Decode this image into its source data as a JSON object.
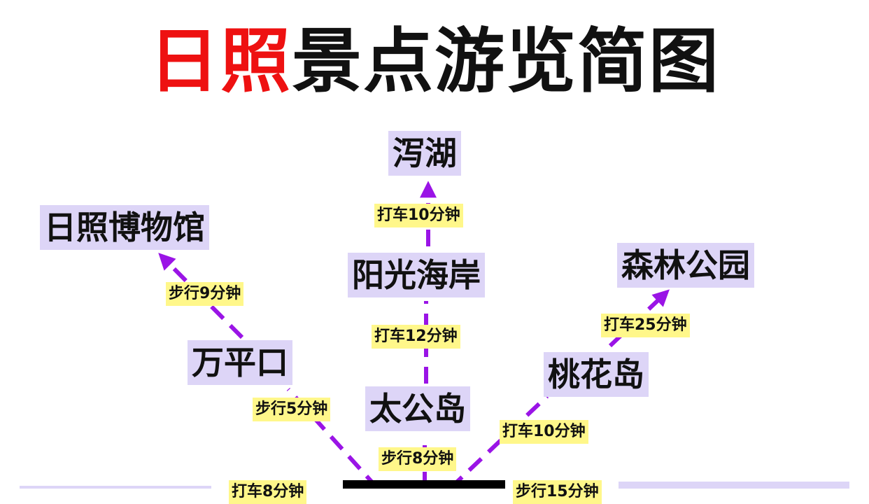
{
  "title": {
    "part1": "日照",
    "part2": "景点游览简图"
  },
  "colors": {
    "place_bg": "#ddd5f7",
    "route_bg": "#fff78a",
    "arrow": "#9a14e6",
    "title_red": "#ee1111"
  },
  "places": {
    "xiehu": "泻湖",
    "museum": "日照博物馆",
    "sunshine_coast": "阳光海岸",
    "forest_park": "森林公园",
    "wanpingkou": "万平口",
    "taohua_island": "桃花岛",
    "taigong_island": "太公岛"
  },
  "routes": {
    "to_xiehu": "打车10分钟",
    "to_museum": "步行9分钟",
    "to_sunshine": "打车12分钟",
    "to_forest": "打车25分钟",
    "to_wanpingkou": "步行5分钟",
    "to_taohua": "打车10分钟",
    "to_taigong": "步行8分钟",
    "bottom_left": "打车8分钟",
    "bottom_right": "步行15分钟"
  }
}
